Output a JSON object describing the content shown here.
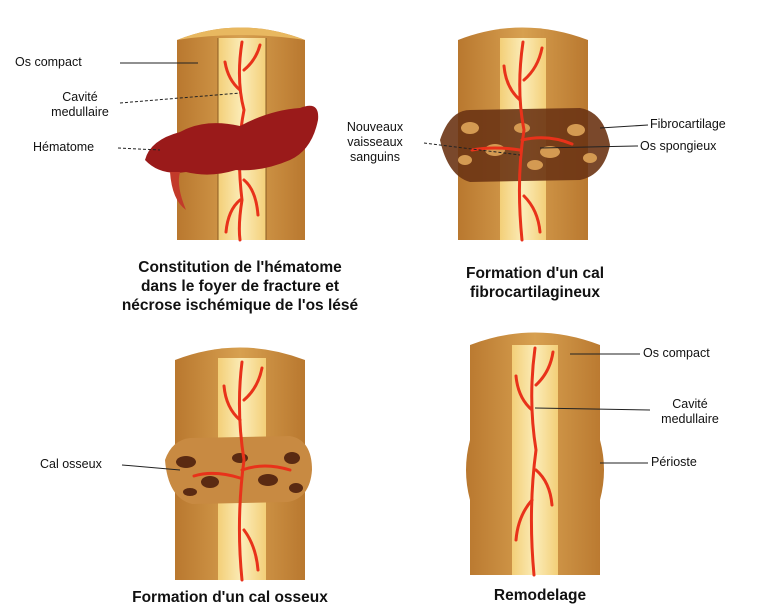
{
  "panels": [
    {
      "caption_lines": [
        "Constitution de l'hématome",
        "dans le foyer de fracture et",
        "nécrose ischémique de l'os lésé"
      ],
      "labels": {
        "os_compact": "Os compact",
        "cavite_line1": "Cavité",
        "cavite_line2": "medullaire",
        "hematome": "Hématome"
      }
    },
    {
      "caption_lines": [
        "Formation d'un cal",
        "fibrocartilagineux"
      ],
      "labels": {
        "nv_line1": "Nouveaux",
        "nv_line2": "vaisseaux",
        "nv_line3": "sanguins",
        "fibrocartilage": "Fibrocartilage",
        "os_spongieux": "Os spongieux"
      }
    },
    {
      "caption_lines": [
        "Formation d'un cal osseux"
      ],
      "labels": {
        "cal_osseux": "Cal osseux"
      }
    },
    {
      "caption_lines": [
        "Remodelage"
      ],
      "labels": {
        "os_compact": "Os compact",
        "cavite_line1": "Cavité",
        "cavite_line2": "medullaire",
        "perioste": "Périoste"
      }
    }
  ],
  "colors": {
    "bone_outer": "#c98a3c",
    "bone_inner": "#f1c46a",
    "marrow": "#f8e0a0",
    "vessel": "#e8321a",
    "hematoma": "#9a1a1a",
    "callus_dark": "#5a2a12"
  }
}
